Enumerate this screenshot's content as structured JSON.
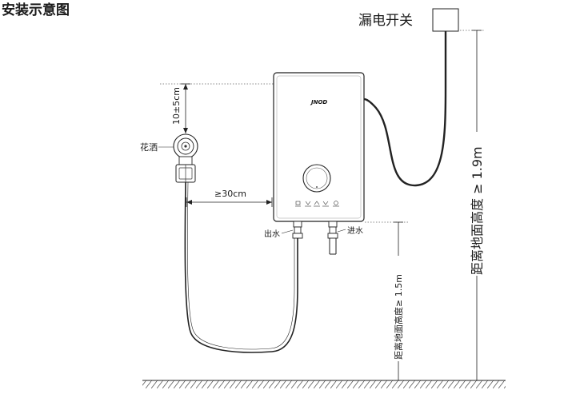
{
  "title": "安装示意图",
  "labels": {
    "leakage_switch": "漏电开关",
    "shower": "花洒",
    "distance_shower_top": "10±5cm",
    "distance_shower_side": "≥30cm",
    "outlet": "出水",
    "inlet": "进水",
    "height_switch": "距离地面高度 ≥ 1.9m",
    "height_heater": "距离地面高度≥ 1.5m"
  },
  "heater": {
    "brand": "JNOD"
  }
}
